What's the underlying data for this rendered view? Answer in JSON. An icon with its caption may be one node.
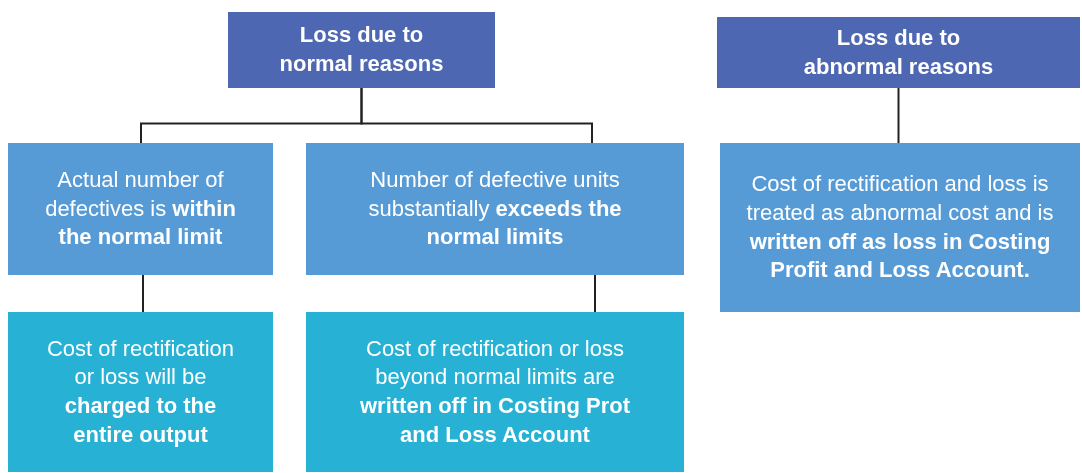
{
  "diagram": {
    "nodes": [
      {
        "text": [
          "Loss due to normal reasons"
        ]
      },
      {
        "text": [
          "Loss due to abnormal reasons"
        ]
      },
      {
        "text": [
          "Actual number of defectives is **within the normal limit**"
        ]
      },
      {
        "text": [
          "Number of defective units substantially **exceeds the normal limits**"
        ]
      },
      {
        "text": [
          "Cost of rectification or loss will be **charged to the entire output**"
        ]
      },
      {
        "text": [
          "Cost of rectification or loss beyond normal limits are **written off in Costing Prot and Loss Account**"
        ]
      },
      {
        "text": [
          "Cost of rectification and loss is treated as abnormal cost and is **written off as loss in Costing Profit and Loss Account.**"
        ]
      }
    ],
    "edges": [
      {
        "from": 0,
        "to": 2,
        "arrow": "none"
      },
      {
        "from": 0,
        "to": 3,
        "arrow": "none"
      },
      {
        "from": 2,
        "to": 4,
        "arrow": "none"
      },
      {
        "from": 3,
        "to": 5,
        "arrow": "none"
      },
      {
        "from": 1,
        "to": 6,
        "arrow": "none"
      }
    ]
  }
}
